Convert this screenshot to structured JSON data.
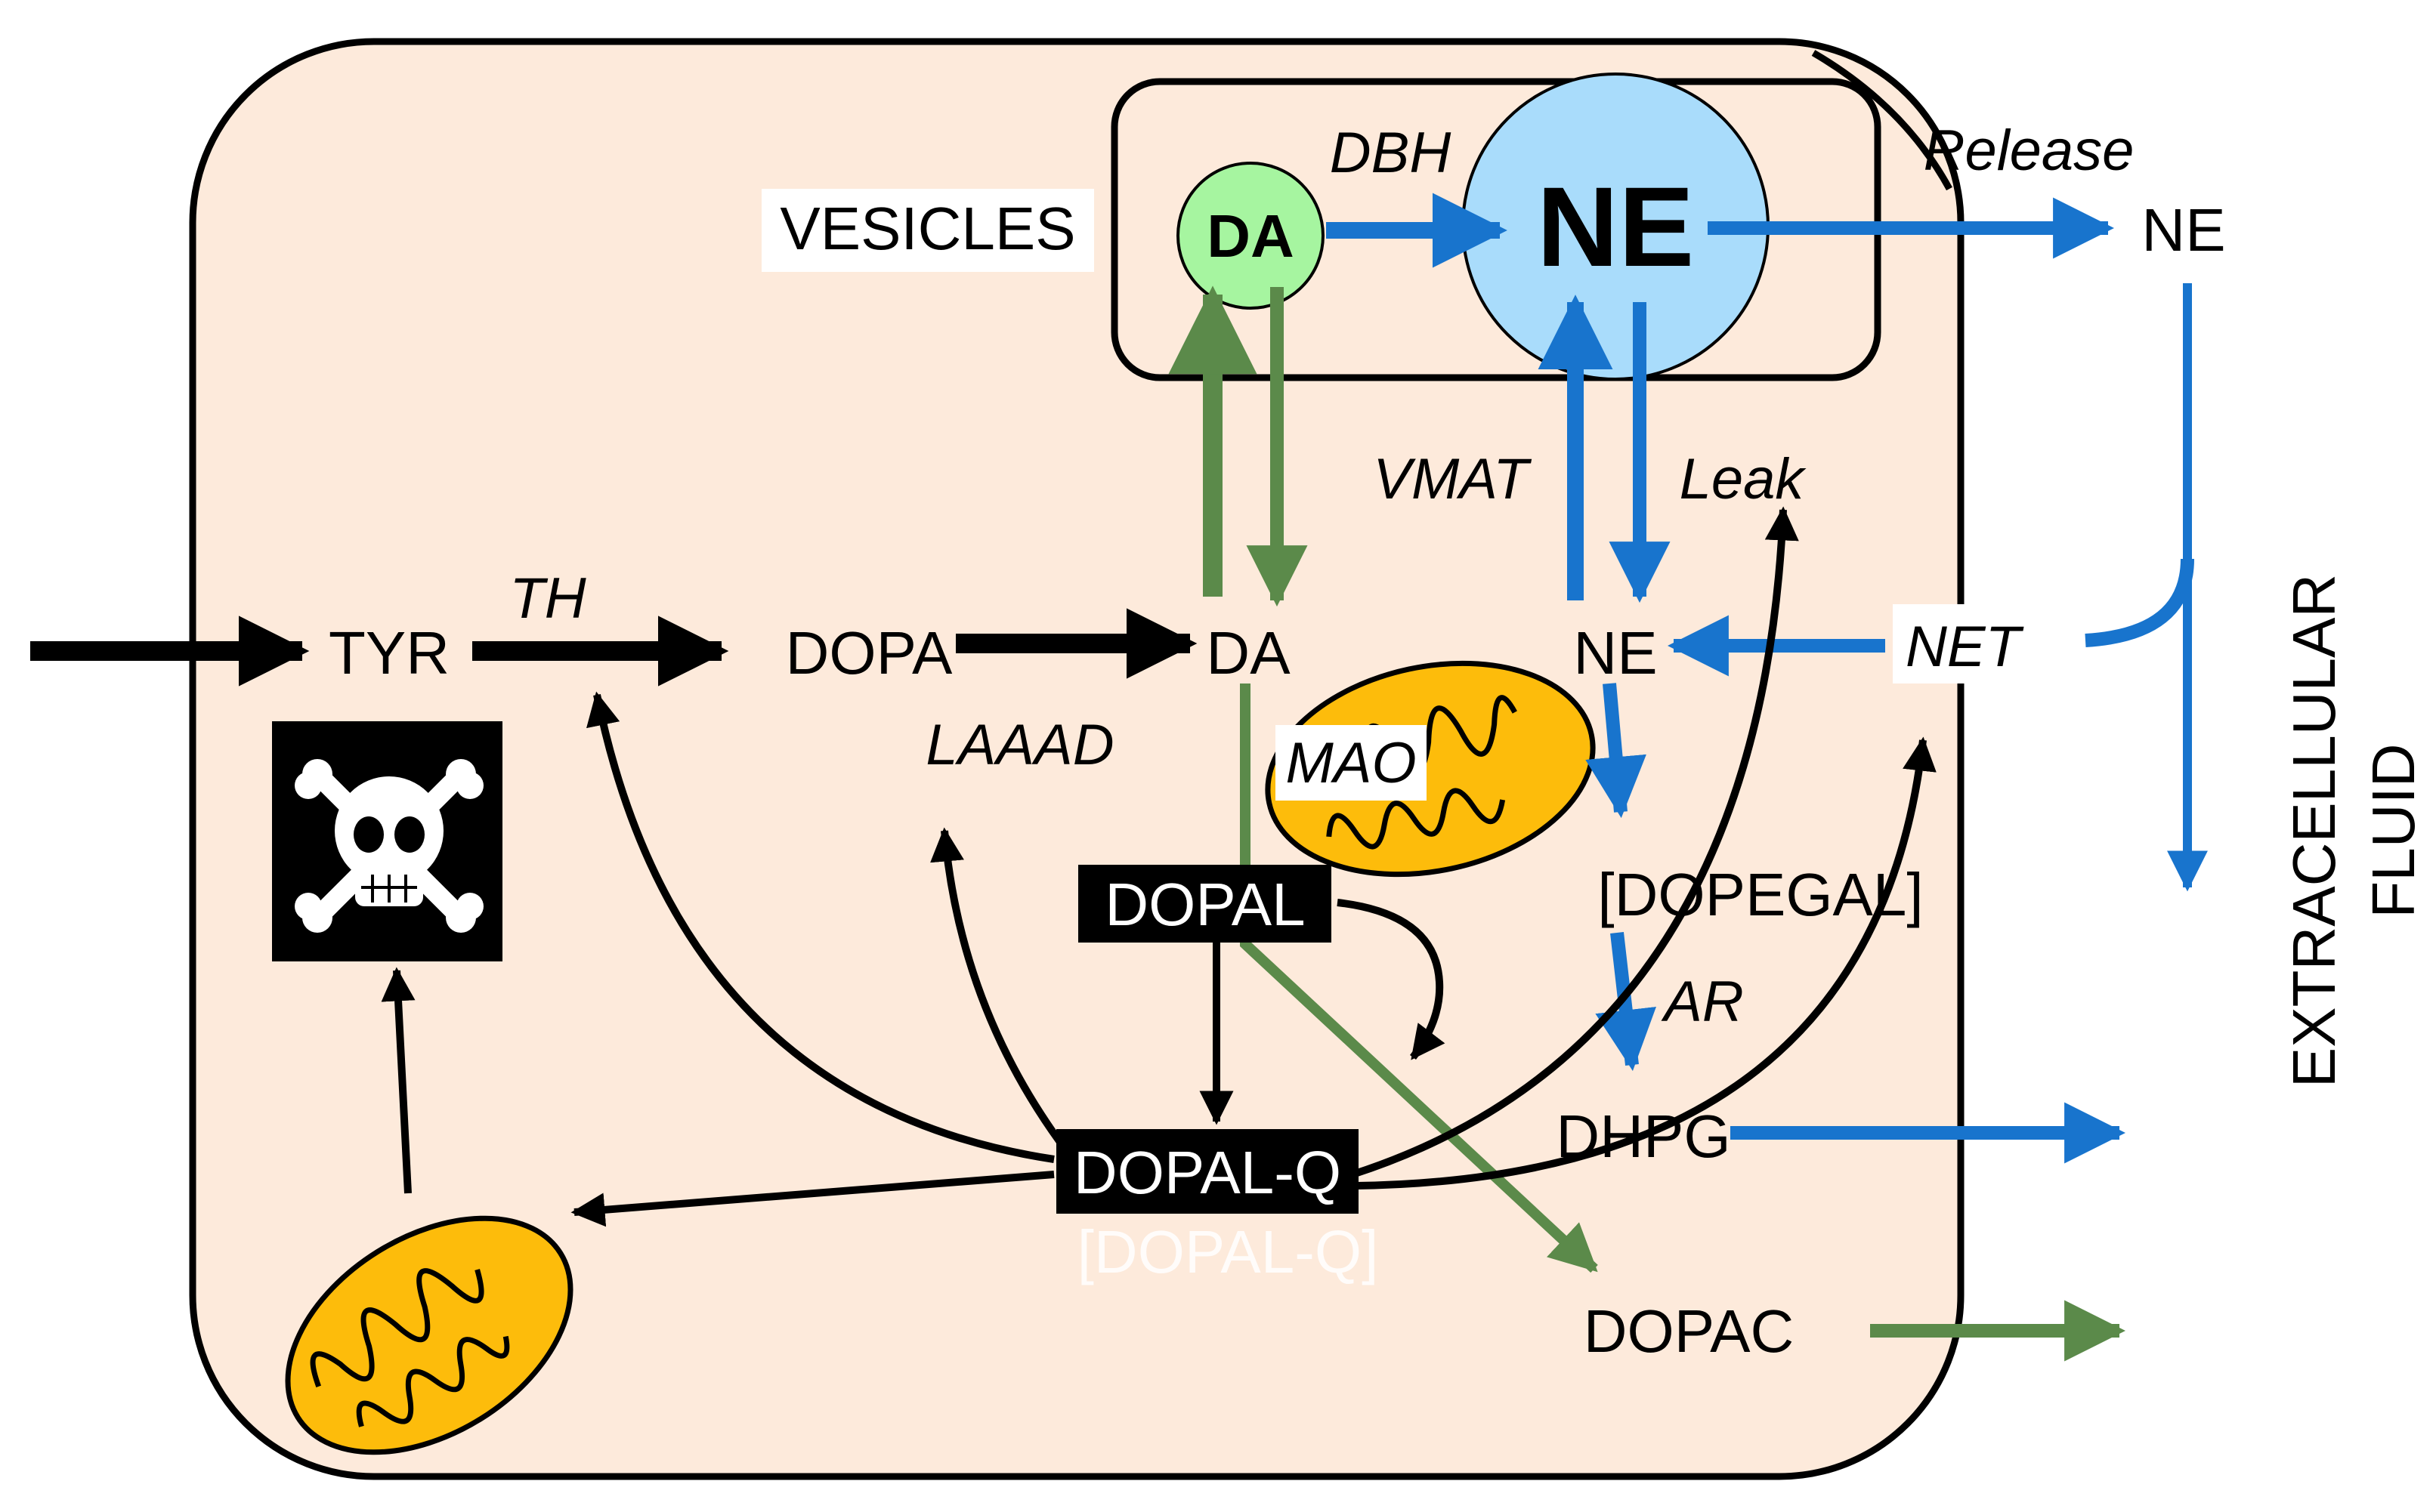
{
  "colors": {
    "cell_fill": "#fdeadb",
    "vesicle_da": "#a6f5a0",
    "vesicle_ne": "#a9dcfb",
    "mitochondrion": "#fdbc0b",
    "blue_arrow": "#1874cd",
    "green_arrow": "#5b8a4a",
    "black": "#000000",
    "white": "#ffffff"
  },
  "labels": {
    "vesicles": "VESICLES",
    "vesicle_da": "DA",
    "vesicle_ne": "NE",
    "dbh": "DBH",
    "release": "Release",
    "ne_out": "NE",
    "vmat": "VMAT",
    "leak": "Leak",
    "tyr": "TYR",
    "th": "TH",
    "dopa": "DOPA",
    "da": "DA",
    "ne": "NE",
    "net": "NET",
    "laaad": "LAAAD",
    "mao": "MAO",
    "dopal": "DOPAL",
    "dopegal": "[DOPEGAL]",
    "ar": "AR",
    "dhpg": "DHPG",
    "dopal_q": "DOPAL-Q",
    "dopal_q_ghost": "[DOPAL-Q]",
    "dopac": "DOPAC",
    "extracellular_1": "EXTRACELLULAR",
    "extracellular_2": "FLUID"
  },
  "icons": {
    "toxicity": "skull-crossbones-icon",
    "mitochondrion": "mitochondrion-icon"
  }
}
